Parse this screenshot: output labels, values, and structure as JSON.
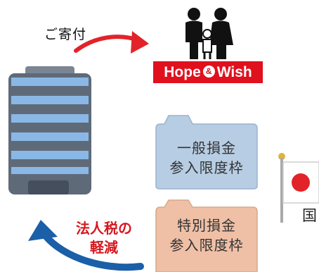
{
  "donation": {
    "label": "ご寄付"
  },
  "logo": {
    "text_left": "Hope",
    "amp": "&",
    "text_right": "Wish"
  },
  "folders": {
    "general": {
      "line1": "一般損金",
      "line2": "参入限度枠"
    },
    "special": {
      "line1": "特別損金",
      "line2": "参入限度枠"
    }
  },
  "tax_reduction": {
    "line1": "法人税の",
    "line2": "軽減"
  },
  "country": {
    "label": "国"
  },
  "colors": {
    "brand_red": "#e0101d",
    "arrow_red": "#e2232a",
    "arrow_blue": "#1b5fa8",
    "folder_blue": "#b7cde3",
    "folder_pink": "#efc0a6",
    "building_body": "#5f6a79",
    "building_stripe": "#8ab8e6"
  }
}
